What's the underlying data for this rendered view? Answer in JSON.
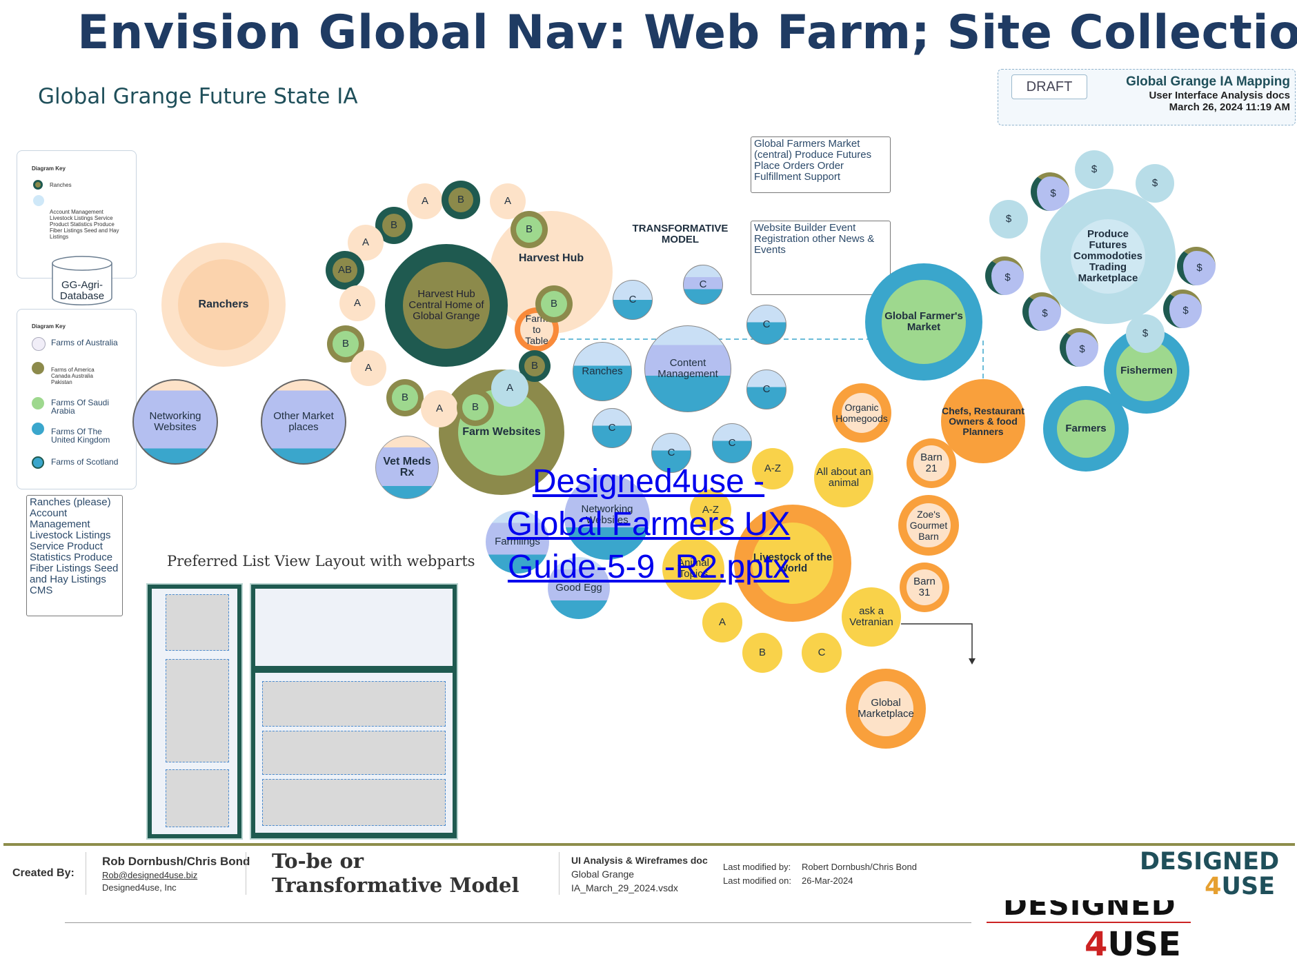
{
  "title": "Envision Global Nav: Web Farm; Site Collection,",
  "subtitle": "Global Grange Future State IA",
  "stamp": {
    "draft": "DRAFT",
    "mapping_title": "Global Grange IA Mapping",
    "mapping_sub": "User Interface Analysis docs",
    "mapping_date": "March 26, 2024 11:19 AM"
  },
  "key1": {
    "title": "Diagram Key",
    "ranches": "Ranches",
    "items": "Account Management Livestock Listings Service Product Statistics Produce Fiber Listings Seed and Hay Listings"
  },
  "database": "GG-Agri-Database",
  "key2": {
    "title": "Diagram Key",
    "australia": "Farms of Australia",
    "america": "Farms of America Canada Australia Pakistan",
    "saudi": "Farms Of Saudi Arabia",
    "uk": "Farms Of The United Kingdom",
    "scotland": "Farms of Scotland"
  },
  "ranches_list": "Ranches (please) Account Management Livestock Listings Service Product Statistics Produce Fiber Listings Seed and Hay Listings CMS",
  "list_view_title": "Preferred List View Layout with webparts",
  "market_box": "Global Farmers Market (central) Produce Futures Place Orders Order Fulfillment Support",
  "event_box": "Website Builder Event Registration other News & Events",
  "transformative": "TRANSFORMATIVE MODEL",
  "nodes": {
    "ranchers": "Ranchers",
    "networking": "Networking Websites",
    "other_market": "Other Market places",
    "harvest_hub_central": "Harvest Hub Central Home of Global Grange",
    "harvest_hub": "Harvest Hub",
    "farm_to_table": "Farm to Table",
    "farm_websites": "Farm Websites",
    "vet_meds": "Vet Meds Rx",
    "ranches": "Ranches",
    "content_mgmt": "Content Management",
    "global_farmers_market": "Global Farmer's Market",
    "produce_futures": "Produce Futures Commodoties Trading Marketplace",
    "fishermen": "Fishermen",
    "farmers": "Farmers",
    "organic": "Organic Homegoods",
    "chefs": "Chefs, Restaurant Owners & food Planners",
    "all_about": "All about an animal",
    "barn21": "Barn 21",
    "zoes": "Zoe's Gourmet Barn",
    "barn31": "Barn 31",
    "livestock": "Livestock of the World",
    "ask_vet": "ask a Vetranian",
    "global_marketplace": "Global Marketplace",
    "networking2": "Networking Websites",
    "farmlings": "Farmlings",
    "good_egg": "Good Egg",
    "animal_topics": "Animal Topics",
    "az": "A-Z",
    "a": "A",
    "b": "B",
    "c": "C",
    "ab": "AB",
    "dollar": "$"
  },
  "hyperlink": "Designed4use - Global Farmers UX Guide-5-9 -R2.pptx",
  "footer": {
    "created_by": "Created By:",
    "authors": "Rob Dornbush/Chris Bond",
    "email": "Rob@designed4use.biz",
    "company": "Designed4use, Inc",
    "model": "To-be or Transformative Model",
    "doc": "UI Analysis & Wireframes doc",
    "client": "Global Grange",
    "file": "IA_March_29_2024.vsdx",
    "modified_by_label": "Last modified by:",
    "modified_by": "Robert Dornbush/Chris Bond",
    "modified_on_label": "Last modified on:",
    "modified_on": "26-Mar-2024",
    "logo": "DESIGNED 4USE"
  },
  "colors": {
    "title": "#1f3b63",
    "dark_teal": "#1f5a50",
    "olive": "#8c8a4b",
    "green": "#9ed88e",
    "blue": "#3aa6cc",
    "peach": "#fde2c8",
    "orange": "#f9a03c",
    "yellow": "#f9d24a"
  }
}
